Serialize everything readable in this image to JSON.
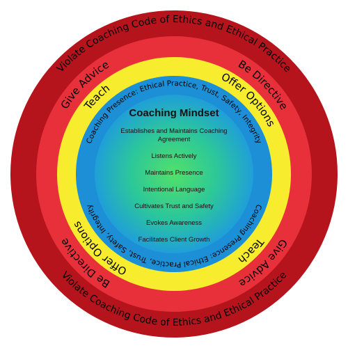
{
  "colors": {
    "outer_ring": "#b5141c",
    "red_ring": "#e8303a",
    "yellow_ring": "#f7ec2d",
    "blue_ring": "#1c8fd6",
    "center_inner": "#52e06a",
    "center_mid": "#2cc79a",
    "center_outer": "#1f9fd8",
    "ring_text_dark": "#000000"
  },
  "outer_ring": {
    "text_top": "Violate Coaching Code of Ethics and Ethical Practice",
    "text_bottom": "Violate Coaching Code of Ethics and Ethical Practice"
  },
  "red_ring": {
    "left_top": "Give Advice",
    "right_top": "Be Directive",
    "right_bottom": "Give Advice",
    "left_bottom": "Be Directive"
  },
  "yellow_ring": {
    "left_top": "Teach",
    "right_top": "Offer Options",
    "right_bottom": "Teach",
    "left_bottom": "Offer Options"
  },
  "blue_ring": {
    "top": "Coaching Presence: Ethical Practice, Trust, Safety, Integrity",
    "bottom": "Coaching Presence: Ethical Practice, Trust, Safety, Integrity"
  },
  "center": {
    "title": "Coaching Mindset",
    "items": [
      "Establishes and Maintains Coaching",
      "Agreement",
      "Listens Actively",
      "Maintains Presence",
      "Intentional Language",
      "Cultivates Trust and Safety",
      "Evokes Awareness",
      "Facilitates Client Growth"
    ]
  }
}
